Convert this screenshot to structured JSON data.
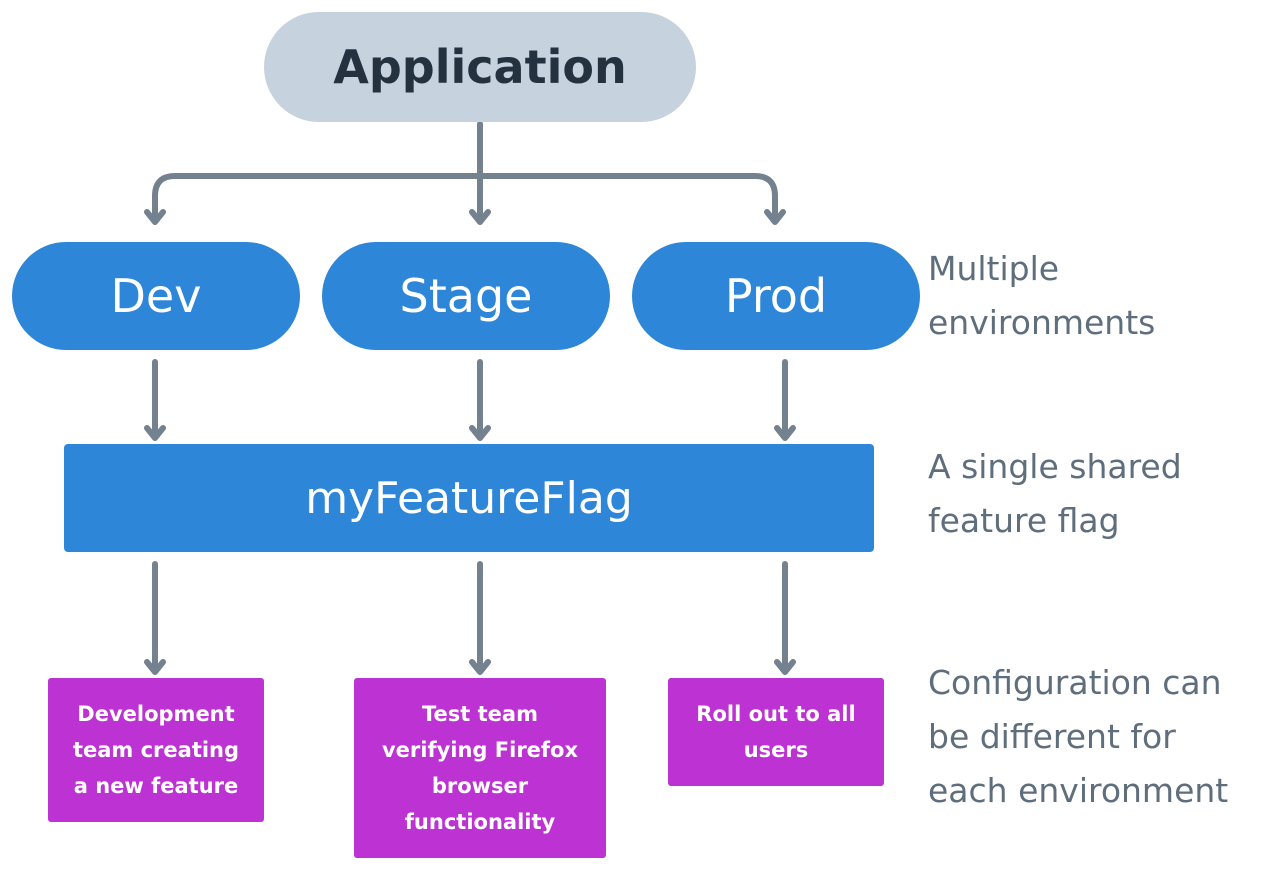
{
  "diagram": {
    "application": {
      "label": "Application"
    },
    "environments": [
      {
        "id": "dev",
        "label": "Dev"
      },
      {
        "id": "stage",
        "label": "Stage"
      },
      {
        "id": "prod",
        "label": "Prod"
      }
    ],
    "feature_flag": {
      "label": "myFeatureFlag"
    },
    "configurations": [
      {
        "environment": "dev",
        "text": "Development\nteam creating\na new feature"
      },
      {
        "environment": "stage",
        "text": "Test team\nverifying Firefox\nbrowser\nfunctionality"
      },
      {
        "environment": "prod",
        "text": "Roll out to all\nusers"
      }
    ],
    "annotations": {
      "environments": "Multiple\nenvironments",
      "flag": "A single shared\nfeature flag",
      "configuration": "Configuration can\nbe different for\neach environment"
    },
    "colors": {
      "application_fill": "#c6d2dd",
      "application_text": "#243240",
      "environment_fill": "#2e86d8",
      "flag_fill": "#2e86d8",
      "configuration_fill": "#bd32d2",
      "connector": "#74818f",
      "annotation_text": "#5f6e7c"
    }
  }
}
